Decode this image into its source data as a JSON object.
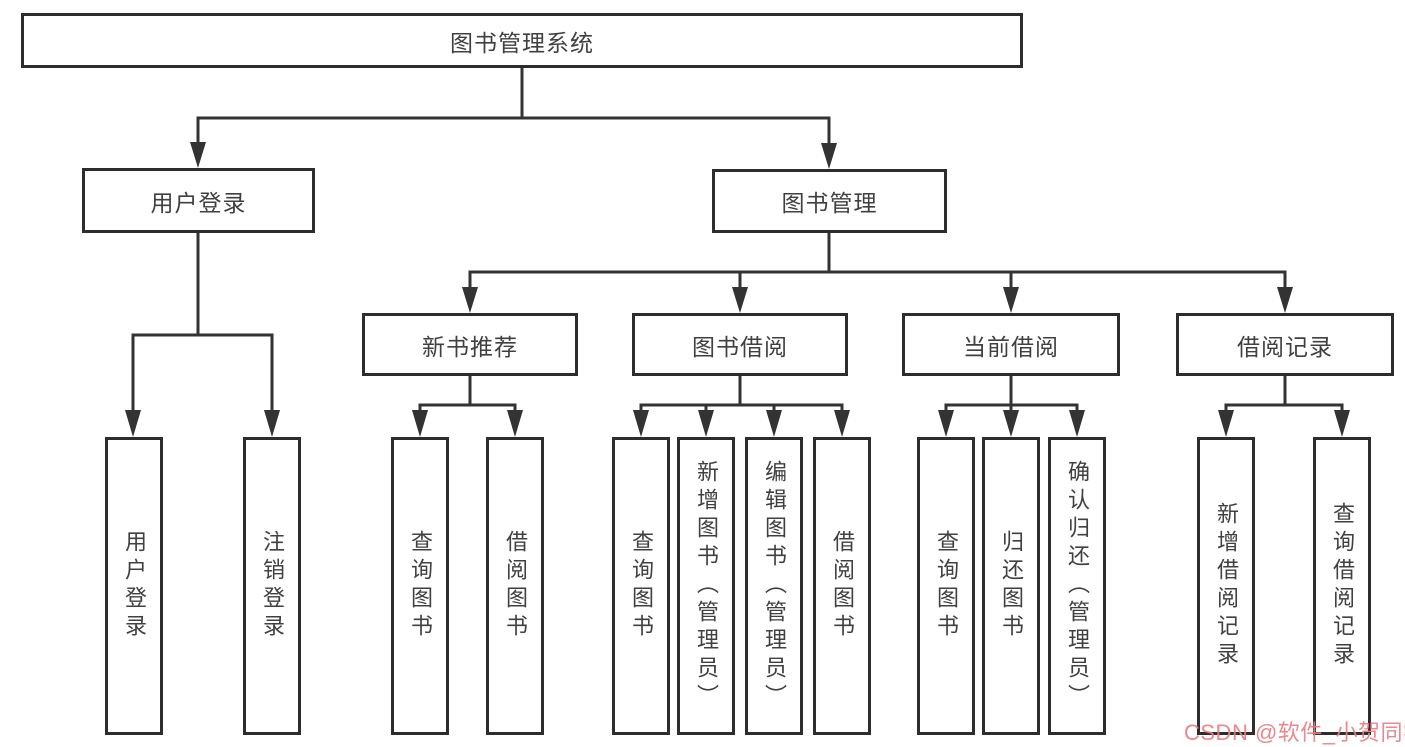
{
  "diagram": {
    "root": {
      "label": "图书管理系统"
    },
    "level1": [
      {
        "label": "用户登录"
      },
      {
        "label": "图书管理"
      }
    ],
    "level2": [
      {
        "label": "新书推荐"
      },
      {
        "label": "图书借阅"
      },
      {
        "label": "当前借阅"
      },
      {
        "label": "借阅记录"
      }
    ],
    "leaves": [
      {
        "label": "用户登录"
      },
      {
        "label": "注销登录"
      },
      {
        "label": "查询图书"
      },
      {
        "label": "借阅图书"
      },
      {
        "label": "查询图书"
      },
      {
        "label": "新增图书（管理员）"
      },
      {
        "label": "编辑图书（管理员）"
      },
      {
        "label": "借阅图书"
      },
      {
        "label": "查询图书"
      },
      {
        "label": "归还图书"
      },
      {
        "label": "确认归还（管理员）"
      },
      {
        "label": "新增借阅记录"
      },
      {
        "label": "查询借阅记录"
      }
    ]
  },
  "colors": {
    "line": "#333333",
    "box_border": "#2d2d2d",
    "text": "#404040",
    "watermark": "#eb7d84"
  },
  "watermark": {
    "text": "CSDN @软件_小贺同学"
  }
}
